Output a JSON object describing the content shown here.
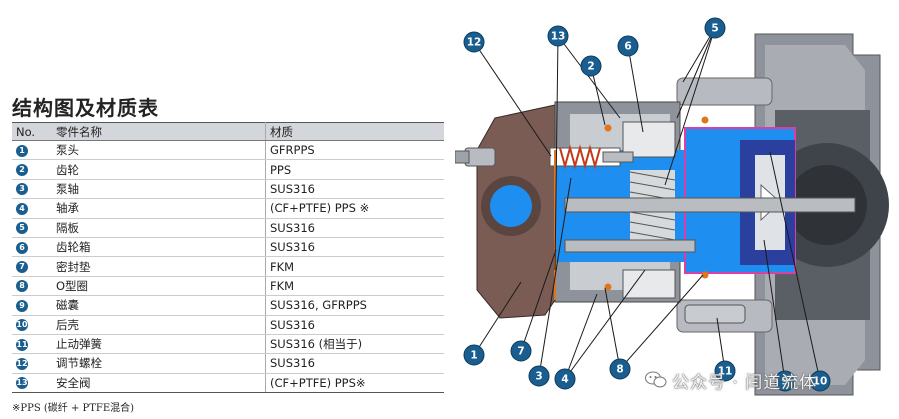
{
  "title": "结构图及材质表",
  "table": {
    "headers": [
      "No.",
      "零件名称",
      "材质"
    ],
    "rows": [
      {
        "no": "1",
        "name": "泵头",
        "material": "GFRPPS"
      },
      {
        "no": "2",
        "name": "齿轮",
        "material": "PPS"
      },
      {
        "no": "3",
        "name": "泵轴",
        "material": "SUS316"
      },
      {
        "no": "4",
        "name": "轴承",
        "material": "(CF+PTFE) PPS ※"
      },
      {
        "no": "5",
        "name": "隔板",
        "material": "SUS316"
      },
      {
        "no": "6",
        "name": "齿轮箱",
        "material": "SUS316"
      },
      {
        "no": "7",
        "name": "密封垫",
        "material": "FKM"
      },
      {
        "no": "8",
        "name": "O型圈",
        "material": "FKM"
      },
      {
        "no": "9",
        "name": "磁囊",
        "material": "SUS316, GFRPPS"
      },
      {
        "no": "10",
        "name": "后壳",
        "material": "SUS316"
      },
      {
        "no": "11",
        "name": "止动弹簧",
        "material": "SUS316 (相当于)"
      },
      {
        "no": "12",
        "name": "调节螺栓",
        "material": "SUS316"
      },
      {
        "no": "13",
        "name": "安全阀",
        "material": "(CF+PTFE) PPS※"
      }
    ]
  },
  "footnote": "※PPS (碳纤 + PTFE混合)",
  "callouts": [
    "1",
    "2",
    "3",
    "4",
    "5",
    "6",
    "7",
    "8",
    "9",
    "10",
    "11",
    "12",
    "13"
  ],
  "watermark": "公众号 · 闫道流体",
  "colors": {
    "callout": "#1a5e8f",
    "fluid": "#1e8ff0",
    "casing": "#8a8f97",
    "magnet": "#2b3f9e",
    "body": "#7a5c54"
  },
  "icons": {
    "watermark": "wechat-icon"
  }
}
